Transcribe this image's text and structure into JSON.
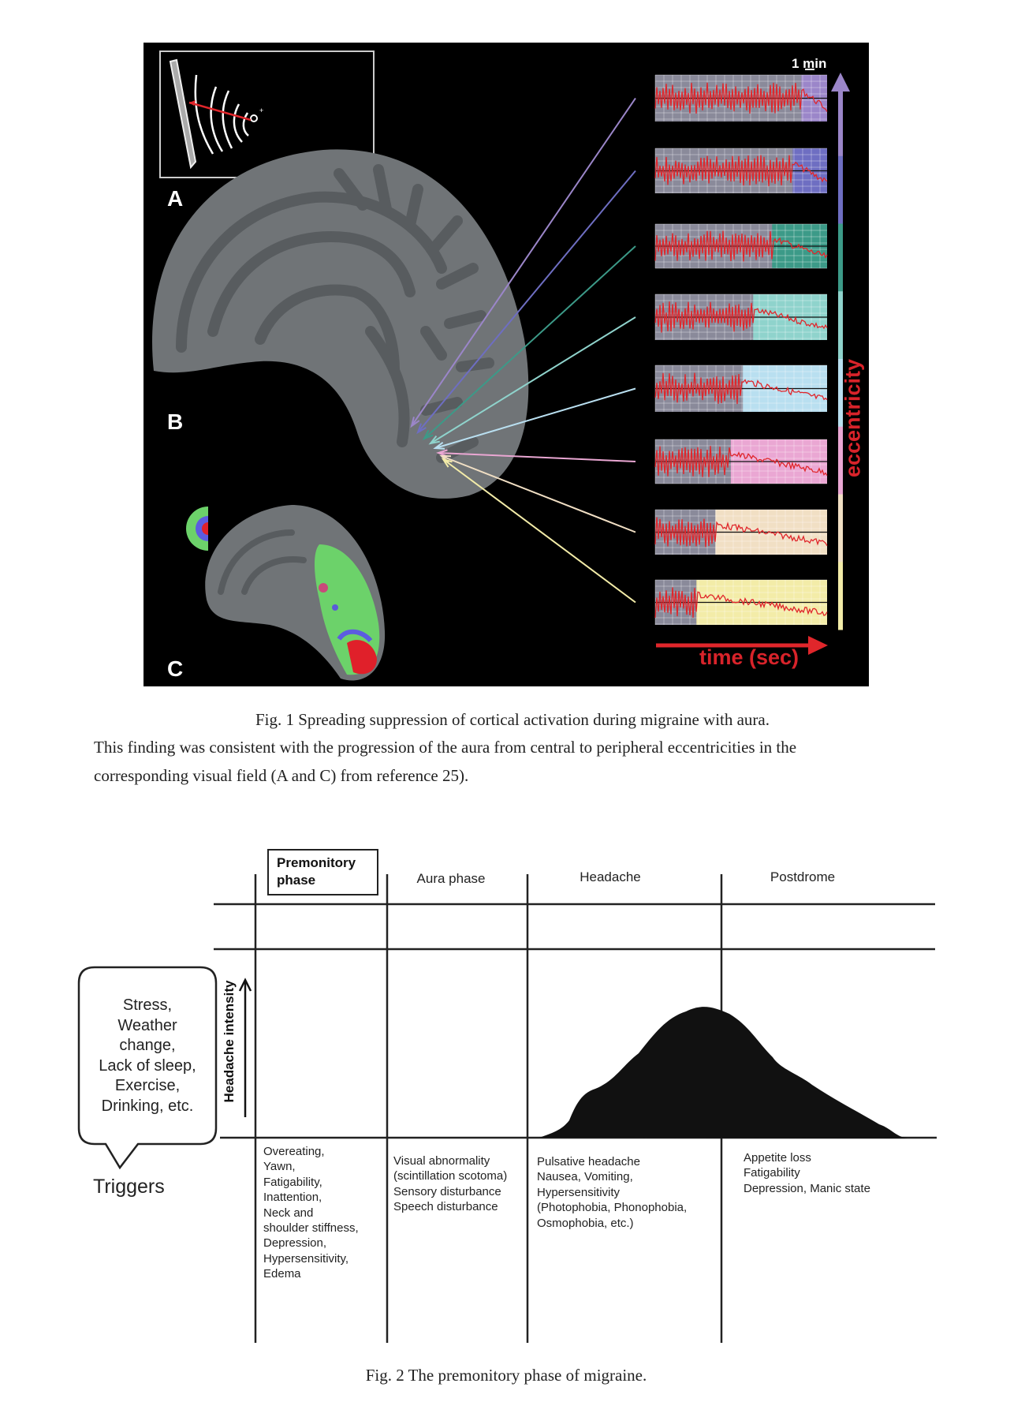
{
  "figure1": {
    "panel_labels": [
      "A",
      "B",
      "C"
    ],
    "scale_label": "1 min",
    "y_axis_label": "eccentricity",
    "x_axis_label": "time (sec)",
    "colors": {
      "background": "#000000",
      "trace": "#e0262b",
      "axis_label": "#d8232a",
      "baseline_gray": "#8a8a9a",
      "brain": "#6c7073",
      "brain_sulci": "#55595c"
    },
    "traces": [
      {
        "color": "#9b86c9",
        "suppression_onset_fraction": 0.85
      },
      {
        "color": "#6e6ec2",
        "suppression_onset_fraction": 0.8
      },
      {
        "color": "#3c9a88",
        "suppression_onset_fraction": 0.68
      },
      {
        "color": "#8fd3cc",
        "suppression_onset_fraction": 0.57
      },
      {
        "color": "#b9dff0",
        "suppression_onset_fraction": 0.51
      },
      {
        "color": "#eaa7d3",
        "suppression_onset_fraction": 0.44
      },
      {
        "color": "#f1dfc4",
        "suppression_onset_fraction": 0.35
      },
      {
        "color": "#f3eca8",
        "suppression_onset_fraction": 0.24
      }
    ],
    "caption_title": "Fig. 1    Spreading suppression of cortical activation during migraine with aura.",
    "caption_line1": "This finding was consistent with the progression of the aura from central to peripheral eccentricities in the",
    "caption_line2": "corresponding visual field (A and C) from reference 25)."
  },
  "figure2": {
    "phases": [
      "Premonitory phase",
      "Aura phase",
      "Headache",
      "Postdrome"
    ],
    "premonitory_line1": "Premonitory",
    "premonitory_line2": "phase",
    "y_axis_label": "Headache intensity",
    "triggers_label": "Triggers",
    "triggers": [
      "Stress,",
      "Weather",
      "change,",
      "Lack of sleep,",
      "Exercise,",
      "Drinking, etc."
    ],
    "symptoms": {
      "premonitory": [
        "Overeating,",
        "Yawn,",
        "Fatigability,",
        "Inattention,",
        "Neck and",
        "shoulder stiffness,",
        "Depression,",
        "Hypersensitivity,",
        "Edema"
      ],
      "aura": [
        "Visual abnormality",
        "(scintillation scotoma)",
        "Sensory disturbance",
        "Speech disturbance"
      ],
      "headache": [
        "Pulsative headache",
        "Nausea, Vomiting,",
        "Hypersensitivity",
        " (Photophobia, Phonophobia,",
        "Osmophobia, etc.)"
      ],
      "postdrome": [
        "Appetite loss",
        "Fatigability",
        "Depression, Manic state"
      ]
    },
    "caption": "Fig. 2    The premonitory phase of migraine."
  }
}
